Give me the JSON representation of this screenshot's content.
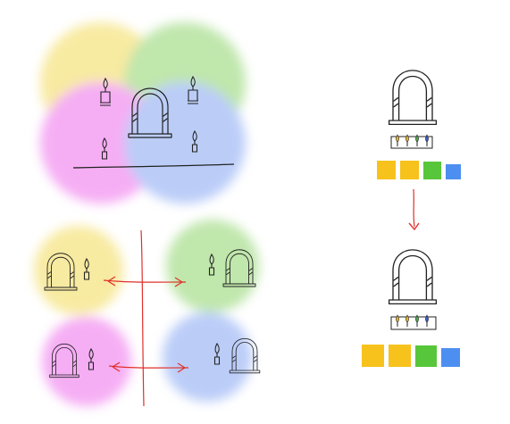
{
  "colors": {
    "yellow": "#f5e27a",
    "green": "#a6dd8a",
    "magenta": "#f28cf0",
    "blue": "#9fb8f5",
    "arrow_red": "#e0302a",
    "ink": "#222222",
    "swatch_yellow": "#f7c21c",
    "swatch_green": "#58c63a",
    "swatch_blue": "#4d8ff0",
    "flame_yellow": "#e8b020",
    "flame_green": "#4aa84a",
    "flame_blue": "#3a5cc8"
  },
  "icons": {
    "arch": "stone-archway-icon",
    "candle": "candle-icon",
    "arrow": "red-double-arrow-icon"
  },
  "diagram": {
    "top_left": "arch-and-four-candles-over-overlapping-color-zones",
    "bottom_left": "four-separated-color-zones-with-arch-and-candle",
    "right": "arch-with-candle-strip-and-color-swatches-before-and-after",
    "right_swatches_top": [
      "yellow",
      "yellow",
      "green",
      "blue"
    ],
    "right_swatches_bottom": [
      "yellow",
      "yellow",
      "green",
      "blue"
    ]
  }
}
